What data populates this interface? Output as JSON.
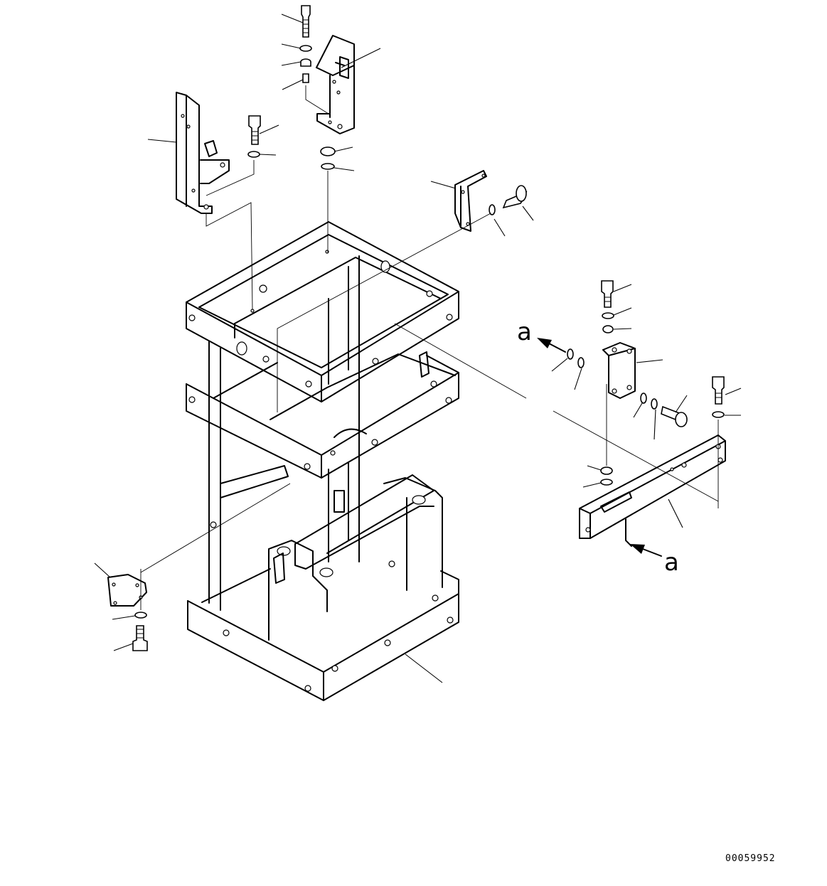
{
  "drawing_number": "00059952",
  "view_references": [
    {
      "id": "ref-a-upper",
      "letter": "a"
    },
    {
      "id": "ref-a-lower",
      "letter": "a"
    }
  ],
  "colors": {
    "line": "#000000",
    "background": "#ffffff"
  }
}
